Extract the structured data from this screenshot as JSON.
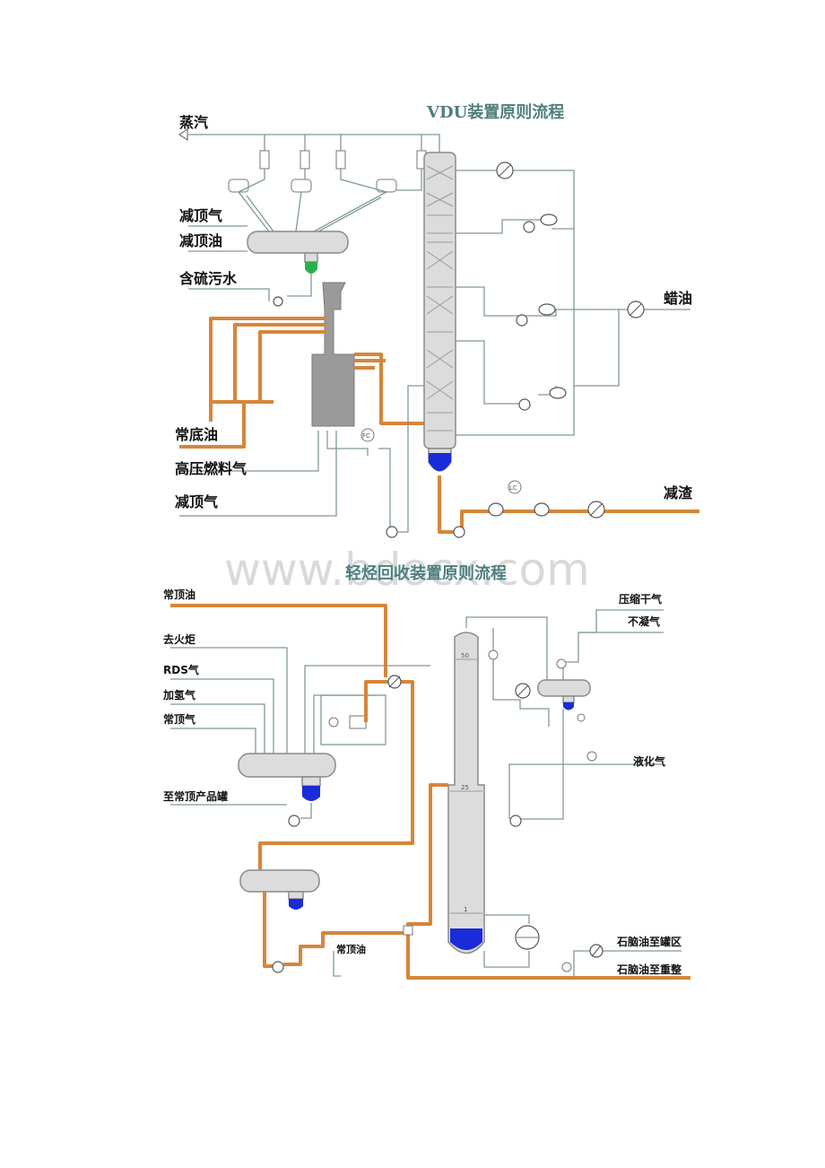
{
  "vdu": {
    "title": "VDU装置原则流程",
    "labels": {
      "steam": "蒸汽",
      "vac_overhead_gas_out": "减顶气",
      "vac_overhead_oil": "减顶油",
      "sour_water": "含硫污水",
      "wax_oil": "蜡油",
      "atm_residue": "常底油",
      "hp_fuel_gas": "高压燃料气",
      "vac_overhead_gas_in": "减顶气",
      "vac_residue": "减渣"
    },
    "instruments": {
      "fc": "FC",
      "lc": "LC"
    }
  },
  "watermark": "www.bdocx.com",
  "lpg": {
    "title": "轻烃回收装置原则流程",
    "labels": {
      "atm_overhead_oil_in": "常顶油",
      "to_flare": "去火炬",
      "rds_gas": "RDS气",
      "hydro_gas": "加氢气",
      "atm_overhead_gas": "常顶气",
      "to_tank": "至常顶产品罐",
      "compressed_dry_gas": "压缩干气",
      "noncondensable_gas": "不凝气",
      "lpg": "液化气",
      "naphtha_tank": "石脑油至罐区",
      "naphtha_reformer": "石脑油至重整",
      "atm_overhead_oil_out": "常顶油"
    },
    "tray_numbers": {
      "top": "50",
      "middle": "25",
      "bottom": "1"
    }
  },
  "colors": {
    "hot_pipe": "#d5863a",
    "pipe": "#7f9a95",
    "liquid": "#1a2bd8",
    "condensate": "#27b34a",
    "title": "#4f7f7f"
  }
}
